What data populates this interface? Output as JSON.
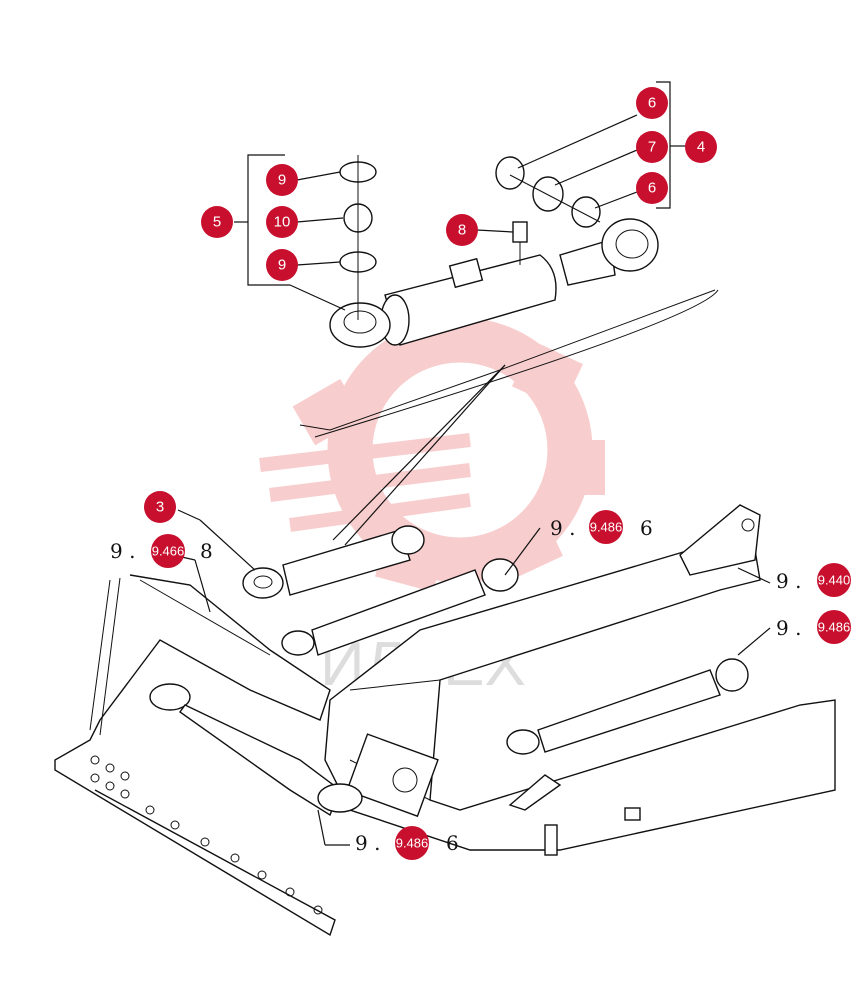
{
  "callouts": {
    "c3": "3",
    "c4": "4",
    "c5": "5",
    "c6a": "6",
    "c6b": "6",
    "c7": "7",
    "c8": "8",
    "c9a": "9",
    "c9b": "9",
    "c10": "10"
  },
  "refs": {
    "r1": {
      "prefix": "9 .",
      "badge": "9.466",
      "suffix": "8"
    },
    "r2": {
      "prefix": "9 .",
      "badge": "9.486",
      "suffix": "6"
    },
    "r3": {
      "prefix": "9 .",
      "badge": "9.440",
      "suffix": ""
    },
    "r4": {
      "prefix": "9 .",
      "badge": "9.486",
      "suffix": ""
    },
    "r5": {
      "prefix": "9 .",
      "badge": "9.486",
      "suffix": "6"
    }
  },
  "watermark": {
    "text": "ИЛТЕХ",
    "color": "#f2b8b8"
  }
}
